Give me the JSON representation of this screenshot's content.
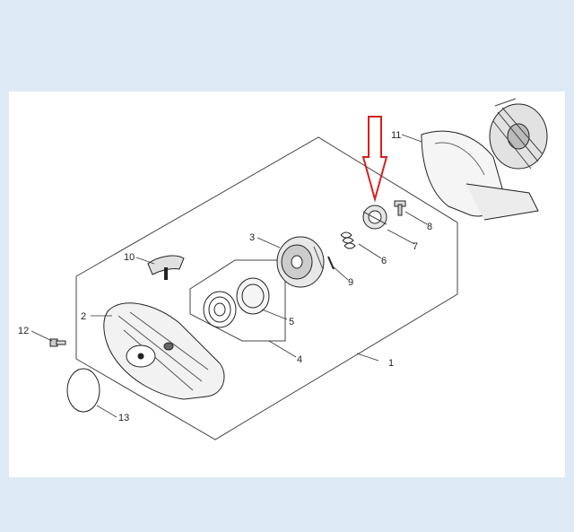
{
  "diagram": {
    "callouts": [
      "1",
      "2",
      "3",
      "4",
      "5",
      "6",
      "7",
      "8",
      "9",
      "10",
      "11",
      "12",
      "13"
    ],
    "highlight_arrow_color": "#d42020",
    "line_color": "#333333"
  }
}
